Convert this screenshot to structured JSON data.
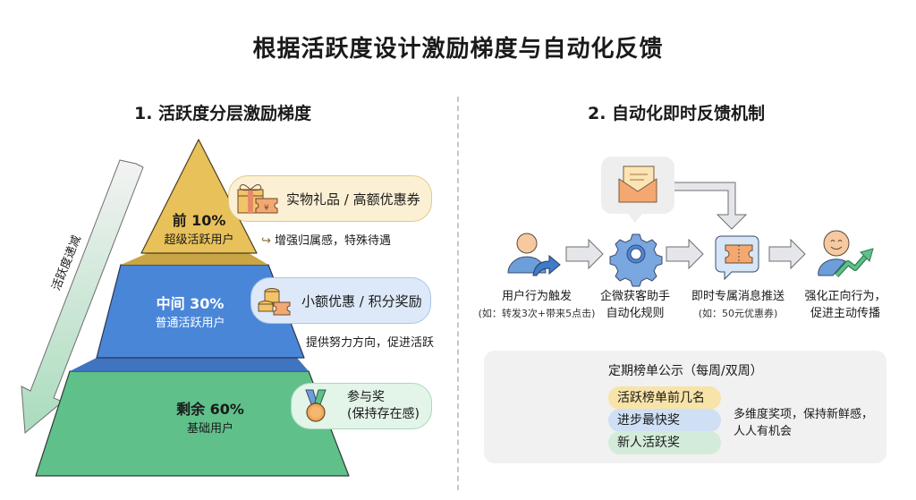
{
  "title": "根据活跃度设计激励梯度与自动化反馈",
  "left": {
    "section_title": "1. 活跃度分层激励梯度",
    "arrow_label": "活跃度递减",
    "layers": [
      {
        "name": "前 10%",
        "desc": "超级活跃用户",
        "reward": "实物礼品 / 高额优惠券",
        "note": "增强归属感，特殊待遇",
        "color": "#e8c15a"
      },
      {
        "name": "中间 30%",
        "desc": "普通活跃用户",
        "reward": "小额优惠 / 积分奖励",
        "note": "提供努力方向，促进活跃",
        "color": "#4a86d8"
      },
      {
        "name": "剩余 60%",
        "desc": "基础用户",
        "reward_line1": "参与奖",
        "reward_line2": "(保持存在感)",
        "color": "#5fc08a"
      }
    ]
  },
  "right": {
    "section_title": "2. 自动化即时反馈机制",
    "steps": [
      {
        "label": "用户行为触发",
        "sub": "(如：转发3次+带来5点击)"
      },
      {
        "label": "企微获客助手",
        "sub": "自动化规则"
      },
      {
        "label": "即时专属消息推送",
        "sub": "(如：50元优惠券)"
      },
      {
        "label": "强化正向行为，",
        "sub": "促进主动传播"
      }
    ],
    "ranking": {
      "title": "定期榜单公示（每周/双周）",
      "pills": [
        "活跃榜单前几名",
        "进步最快奖",
        "新人活跃奖"
      ],
      "pill_colors": [
        "#f8e3a8",
        "#cfe0f5",
        "#d3ecd9"
      ],
      "desc_line1": "多维度奖项，保持新鲜感，",
      "desc_line2": "人人有机会"
    }
  }
}
